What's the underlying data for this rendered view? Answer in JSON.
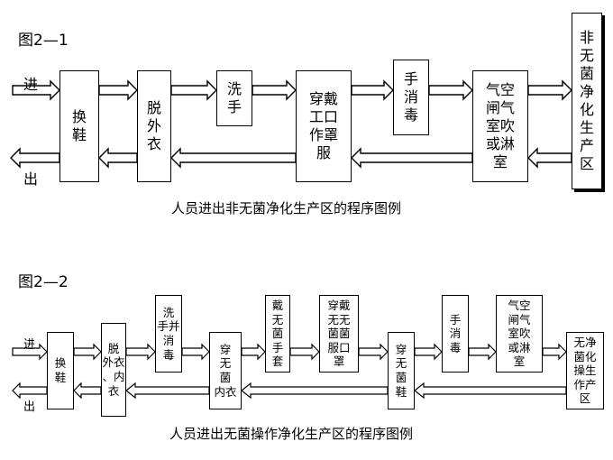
{
  "figure1": {
    "label": "图2—1",
    "in_label": "进",
    "out_label": "出",
    "boxes": [
      {
        "text": "换\n鞋"
      },
      {
        "text": "脱\n外\n衣"
      },
      {
        "text": "洗\n手"
      },
      {
        "text": "穿戴\n工口\n作罩\n服"
      },
      {
        "text": "手\n消\n毒"
      },
      {
        "text": "气空\n闸气\n室吹\n或淋\n室"
      },
      {
        "text": "非\n无\n菌\n净\n化\n生\n产\n区"
      }
    ],
    "caption": "人员进出非无菌净化生产区的程序图例"
  },
  "figure2": {
    "label": "图2—2",
    "in_label": "进",
    "out_label": "出",
    "boxes": [
      {
        "text": "换\n鞋"
      },
      {
        "text": "脱\n外衣\n、内\n衣"
      },
      {
        "text": "洗\n手并\n消\n毒"
      },
      {
        "text": "穿\n无\n菌\n内衣"
      },
      {
        "text": "戴\n无\n菌\n手\n套"
      },
      {
        "text": "穿戴\n无无\n菌菌\n服口\n罩"
      },
      {
        "text": "穿\n无\n菌\n鞋"
      },
      {
        "text": "手\n消\n毒"
      },
      {
        "text": "气空\n闸气\n室吹\n或淋\n室"
      },
      {
        "text": "无净\n菌化\n操生\n作产\n区"
      }
    ],
    "caption": "人员进出无菌操作净化生产区的程序图例"
  }
}
